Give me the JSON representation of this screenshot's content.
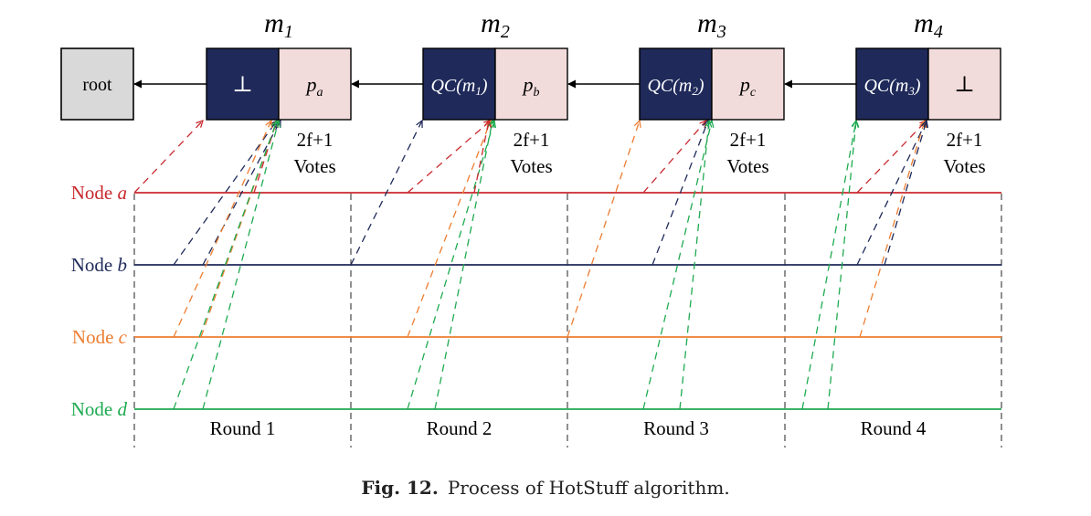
{
  "colors": {
    "node_a": "#c8282d",
    "node_b": "#1f2a5a",
    "node_c": "#ed7d31",
    "node_d": "#1eaa50",
    "qc_fill": "#1f2a5a",
    "payload_fill": "#f2dcdb",
    "root_fill": "#d9d9d9"
  },
  "root": {
    "label": "root"
  },
  "blocks": [
    {
      "name": "m",
      "sub": "1",
      "left": "⊥",
      "left_italic": false,
      "right_main": "p",
      "right_sub": "a",
      "right_italic": true,
      "votes_1": "2f+1",
      "votes_2": "Votes"
    },
    {
      "name": "m",
      "sub": "2",
      "left": "QC(m1)",
      "left_main": "QC(m",
      "left_sub": "1",
      "left_italic": true,
      "right_main": "p",
      "right_sub": "b",
      "right_italic": true,
      "votes_1": "2f+1",
      "votes_2": "Votes"
    },
    {
      "name": "m",
      "sub": "3",
      "left": "QC(m2)",
      "left_main": "QC(m",
      "left_sub": "2",
      "left_italic": true,
      "right_main": "p",
      "right_sub": "c",
      "right_italic": true,
      "votes_1": "2f+1",
      "votes_2": "Votes"
    },
    {
      "name": "m",
      "sub": "4",
      "left": "QC(m3)",
      "left_main": "QC(m",
      "left_sub": "3",
      "left_italic": true,
      "right_main": "⊥",
      "right_sub": "",
      "right_italic": false,
      "votes_1": "2f+1",
      "votes_2": "Votes"
    }
  ],
  "nodes": [
    {
      "prefix": "Node",
      "id": "a"
    },
    {
      "prefix": "Node",
      "id": "b"
    },
    {
      "prefix": "Node",
      "id": "c"
    },
    {
      "prefix": "Node",
      "id": "d"
    }
  ],
  "rounds": [
    "Round 1",
    "Round 2",
    "Round 3",
    "Round 4"
  ],
  "caption": {
    "label": "Fig. 12.",
    "text": "Process of HotStuff algorithm."
  }
}
